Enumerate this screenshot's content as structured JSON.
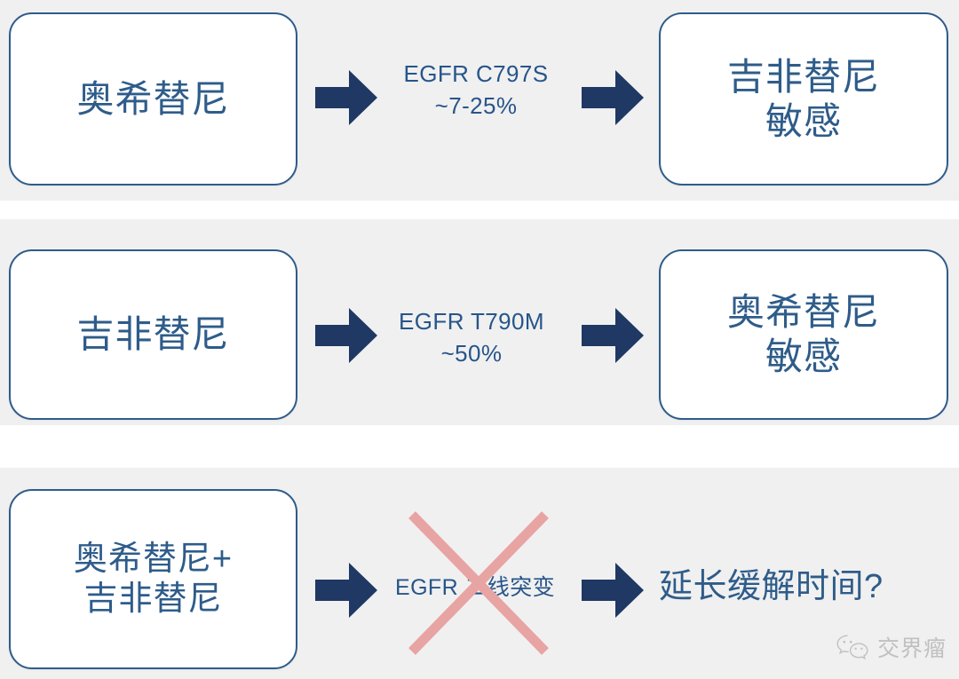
{
  "theme": {
    "band_background": "#f0f0f0",
    "page_background": "#ffffff",
    "box_border": "#2e5c8a",
    "box_text": "#2e5c8a",
    "arrow_fill": "#1f3864",
    "label_text": "#27558a",
    "cross_out": "#e8a3a3",
    "watermark_text": "#9a9a9a"
  },
  "diagram": {
    "type": "flow",
    "rows": [
      {
        "id": "row-1",
        "source": {
          "lines": [
            "奥希替尼"
          ]
        },
        "mutation": {
          "lines": [
            "EGFR C797S",
            "~7-25%"
          ],
          "gene": "EGFR",
          "variant": "C797S",
          "frequency": "~7-25%",
          "struck_out": false
        },
        "outcome": {
          "lines": [
            "吉非替尼",
            "敏感"
          ],
          "boxed": true
        }
      },
      {
        "id": "row-2",
        "source": {
          "lines": [
            "吉非替尼"
          ]
        },
        "mutation": {
          "lines": [
            "EGFR T790M",
            "~50%"
          ],
          "gene": "EGFR",
          "variant": "T790M",
          "frequency": "~50%",
          "struck_out": false
        },
        "outcome": {
          "lines": [
            "奥希替尼",
            "敏感"
          ],
          "boxed": true
        }
      },
      {
        "id": "row-3",
        "source": {
          "lines": [
            "奥希替尼+",
            "吉非替尼"
          ]
        },
        "mutation": {
          "lines": [
            "EGFR 二线突变"
          ],
          "gene": "EGFR",
          "variant": "二线突变",
          "frequency": "",
          "struck_out": true
        },
        "outcome": {
          "lines": [
            "延长缓解时间?"
          ],
          "boxed": false
        }
      }
    ],
    "arrow_icon_name": "right-block-arrow-icon",
    "cross_out_icon_name": "cross-out-x-icon"
  },
  "watermark": {
    "icon": "wechat-icon",
    "text": "交界瘤"
  }
}
